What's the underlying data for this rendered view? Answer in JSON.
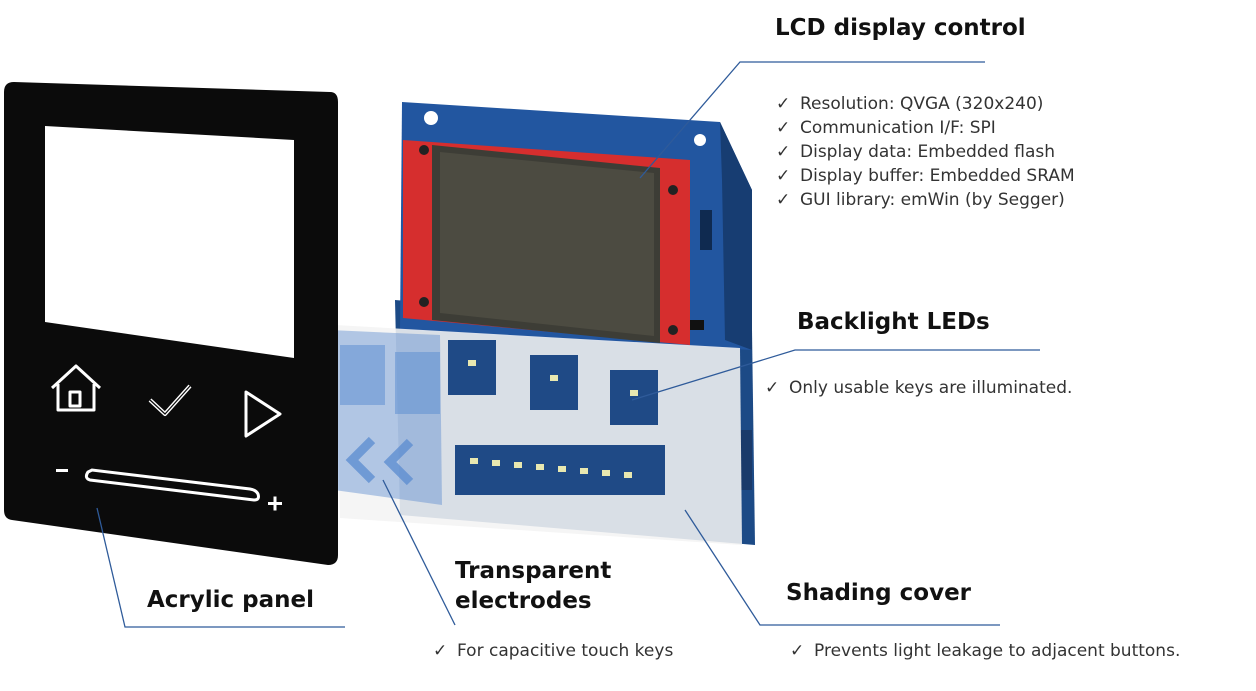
{
  "sections": {
    "lcd": {
      "title": "LCD display control",
      "bullets": [
        "Resolution: QVGA (320x240)",
        "Communication I/F: SPI",
        "Display data: Embedded flash",
        "Display buffer: Embedded SRAM",
        "GUI library: emWin (by Segger)"
      ]
    },
    "backlight": {
      "title": "Backlight LEDs",
      "bullets": [
        "Only usable keys are illuminated."
      ]
    },
    "acrylic": {
      "title": "Acrylic panel"
    },
    "electrodes": {
      "title_line1": "Transparent",
      "title_line2": "electrodes",
      "bullets": [
        "For capacitive touch keys"
      ]
    },
    "shading": {
      "title": "Shading cover",
      "bullets": [
        "Prevents light leakage to adjacent buttons."
      ]
    }
  },
  "panel": {
    "icons": [
      "home-icon",
      "check-icon",
      "play-icon",
      "minus-icon",
      "slider-icon",
      "plus-icon"
    ],
    "minus_label": "−",
    "plus_label": "+"
  },
  "colors": {
    "panel": "#0b0b0b",
    "pcb": "#1f4e8c",
    "lcd_frame": "#d52b2b",
    "leader_line": "#2f5b9a",
    "electrode": "#5f8fd1"
  }
}
